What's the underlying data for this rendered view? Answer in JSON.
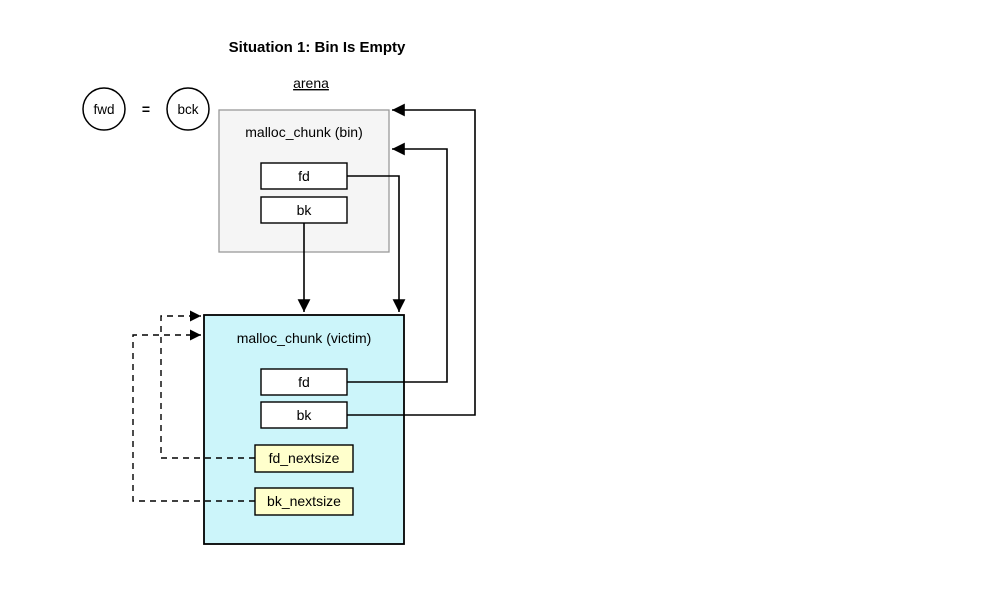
{
  "diagram": {
    "title": "Situation 1: Bin Is Empty",
    "arena_label": "arena",
    "equation": {
      "left": "fwd",
      "op": "=",
      "right": "bck"
    },
    "bin": {
      "label": "malloc_chunk (bin)",
      "fields": {
        "fd": "fd",
        "bk": "bk"
      }
    },
    "victim": {
      "label": "malloc_chunk (victim)",
      "fields": {
        "fd": "fd",
        "bk": "bk",
        "fd_nextsize": "fd_nextsize",
        "bk_nextsize": "bk_nextsize"
      }
    }
  },
  "colors": {
    "bin_fill": "#f5f5f5",
    "bin_stroke": "#999999",
    "victim_fill": "#ccf5fa",
    "nextsize_fill": "#ffffcc",
    "cell_fill": "#ffffff",
    "line": "#000000"
  }
}
